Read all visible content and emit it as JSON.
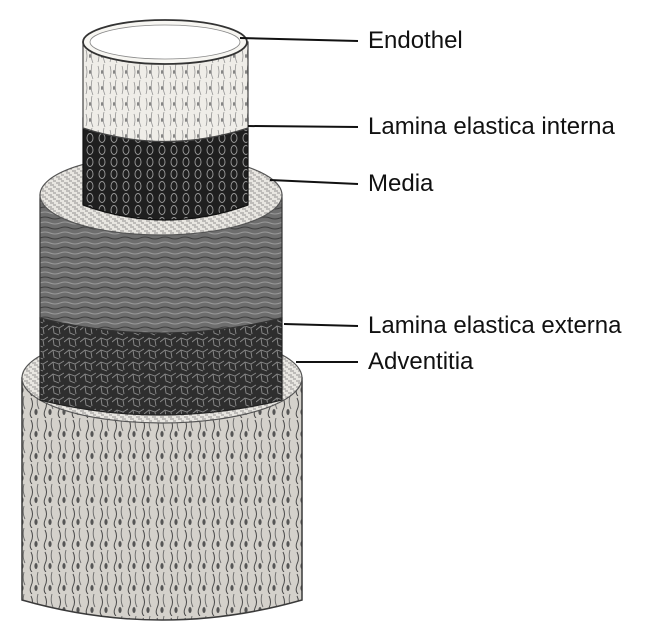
{
  "figure": {
    "labels": {
      "endothel": "Endothel",
      "lamina_elastica_interna": "Lamina elastica interna",
      "media": "Media",
      "lamina_elastica_externa": "Lamina elastica externa",
      "adventitia": "Adventitia"
    },
    "colors": {
      "leader_line": "#111111",
      "endothel_fill": "#e9e7e2",
      "interna_fill": "#2b2b2b",
      "media_fill": "#7a7a7a",
      "externa_fill": "#3a3a3a",
      "adventitia_fill": "#c9c6c0"
    }
  }
}
